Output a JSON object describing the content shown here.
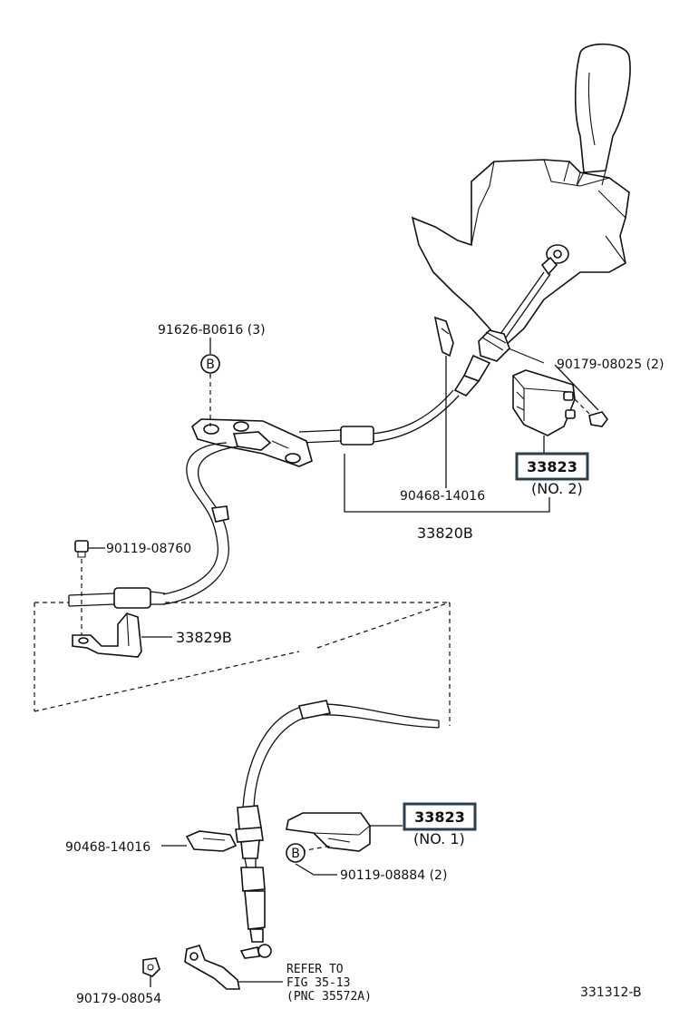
{
  "diagram": {
    "labels": {
      "p91626": "91626-B0616 (3)",
      "p90179_top": "90179-08025 (2)",
      "p33823_no2": "33823",
      "no2": "(NO. 2)",
      "p90468_top": "90468-14016",
      "p33820b": "33820B",
      "p90119_top": "90119-08760",
      "p33829b": "33829B",
      "p33823_no1": "33823",
      "no1": "(NO. 1)",
      "p90468_bottom": "90468-14016",
      "p90119_bottom": "90119-08884 (2)",
      "refer1": "REFER TO",
      "refer2": "FIG 35-13",
      "refer3": "(PNC 35572A)",
      "p90179_bottom": "90179-08054",
      "fig_id": "331312-B",
      "marker_b_top": "B",
      "marker_b_bottom": "B"
    },
    "highlight_color": "#2b3f4f"
  }
}
